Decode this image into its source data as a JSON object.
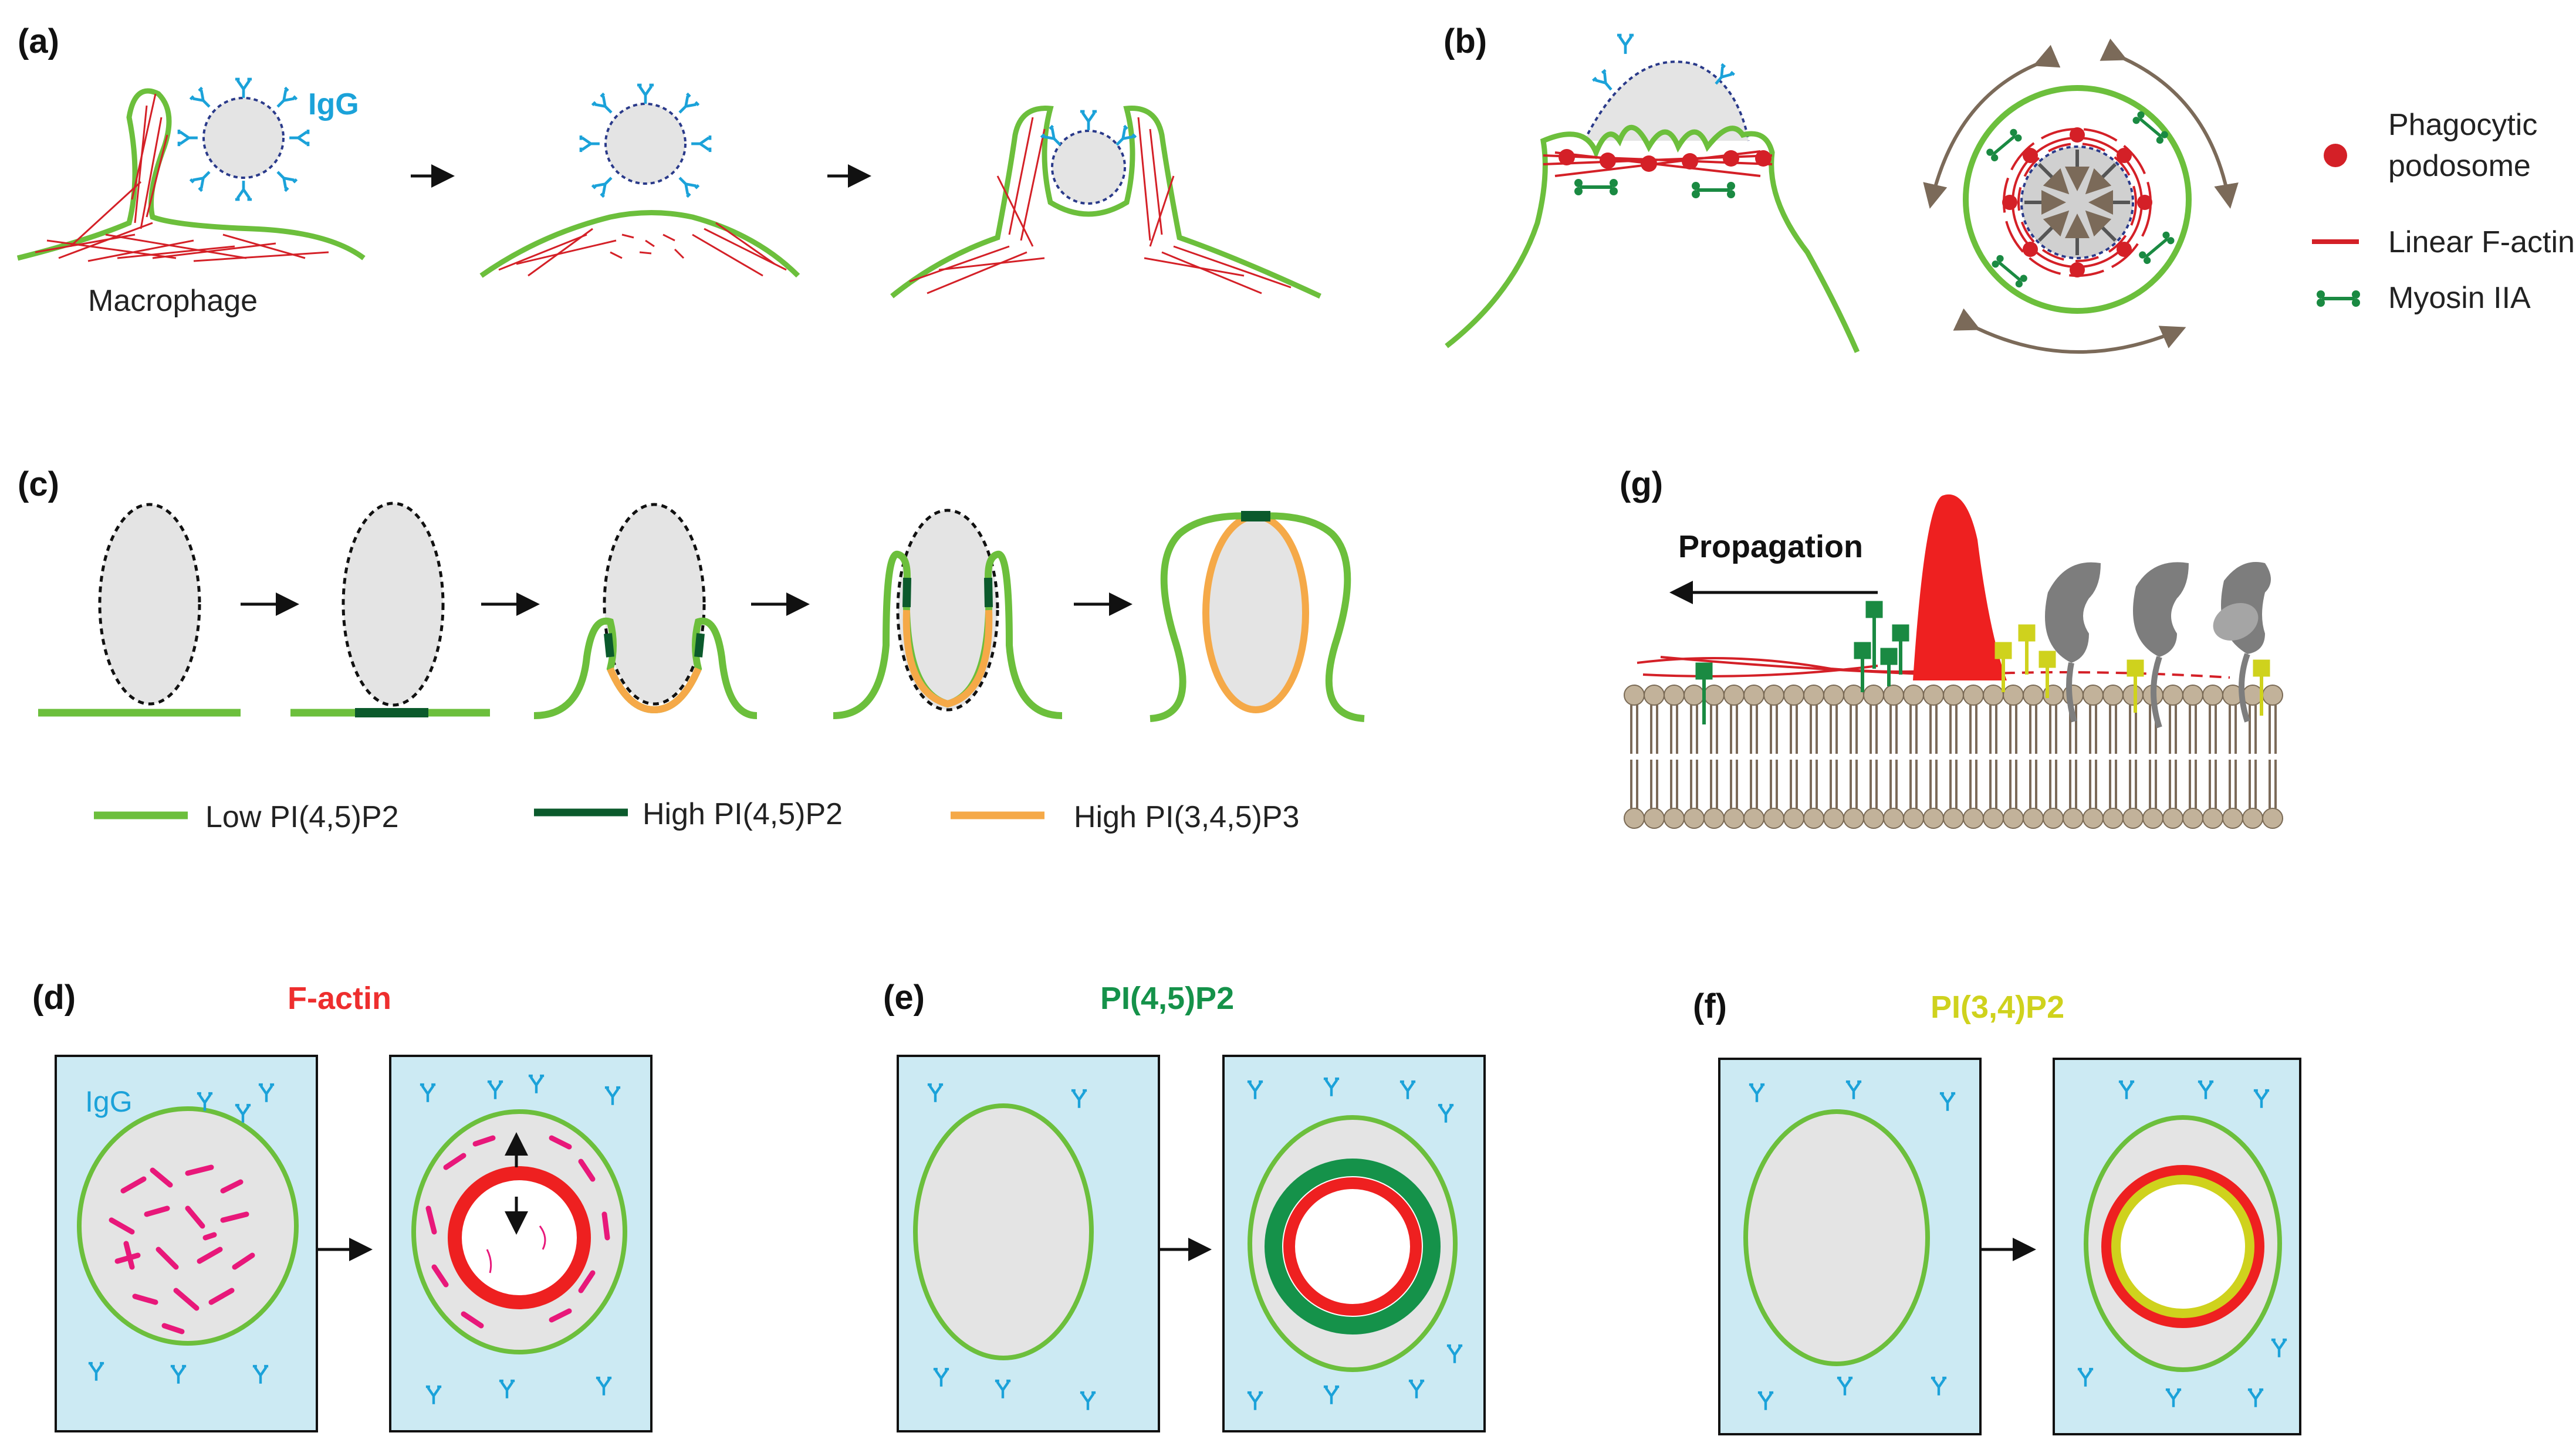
{
  "panels": {
    "a": {
      "label": "(a)",
      "igg": "IgG",
      "cell": "Macrophage"
    },
    "b": {
      "label": "(b)"
    },
    "c": {
      "label": "(c)"
    },
    "d": {
      "label": "(d)",
      "title": "F-actin",
      "igg": "IgG"
    },
    "e": {
      "label": "(e)",
      "title": "PI(4,5)P2"
    },
    "f": {
      "label": "(f)",
      "title": "PI(3,4)P2"
    },
    "g": {
      "label": "(g)",
      "propagation": "Propagation"
    }
  },
  "legend_b": [
    {
      "label_lines": [
        "Phagocytic",
        "podosome"
      ],
      "icon": "red-dot-icon"
    },
    {
      "label_lines": [
        "Linear F-actin"
      ],
      "icon": "red-line-icon"
    },
    {
      "label_lines": [
        "Myosin IIA"
      ],
      "icon": "dumbbell-icon"
    }
  ],
  "legend_c": [
    {
      "label": "Low PI(4,5)P2",
      "color": "#6cbf3c"
    },
    {
      "label": "High PI(4,5)P2",
      "color": "#0b5a2c"
    },
    {
      "label": "High PI(3,4,5)P3",
      "color": "#f5a948"
    }
  ],
  "colors": {
    "membrane": "#6cbf3c",
    "dark_green": "#0b5a2c",
    "actin": "#d42027",
    "igg": "#1ba2d9",
    "particle": "#e4e4e4",
    "pip3": "#f5a948",
    "dish": "#cceaf3",
    "factin_title": "#ee2e2e",
    "pip2_title": "#15924a",
    "pi34_title": "#cfd21d",
    "myosin": "#1a8a42",
    "arrow_brown": "#7b6a59",
    "lipid_head": "#c2b29a"
  }
}
